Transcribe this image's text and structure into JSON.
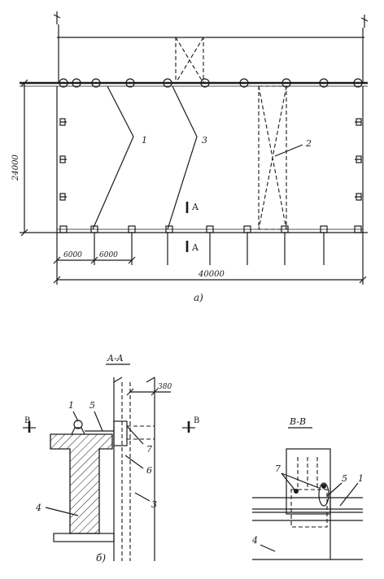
{
  "plan": {
    "callouts": [
      "1",
      "3",
      "2"
    ],
    "dim_height": "24000",
    "dim_bay_1": "6000",
    "dim_bay_2": "6000",
    "dim_total": "40000",
    "section_mark": "A",
    "caption": "a)"
  },
  "section_aa": {
    "title": "A-A",
    "dim_width": "380",
    "section_mark": "B",
    "callouts": [
      "1",
      "5",
      "7",
      "6",
      "4",
      "3"
    ],
    "caption": "б)"
  },
  "section_bb": {
    "title": "B-B",
    "callouts": [
      "7",
      "5",
      "1",
      "4"
    ]
  }
}
